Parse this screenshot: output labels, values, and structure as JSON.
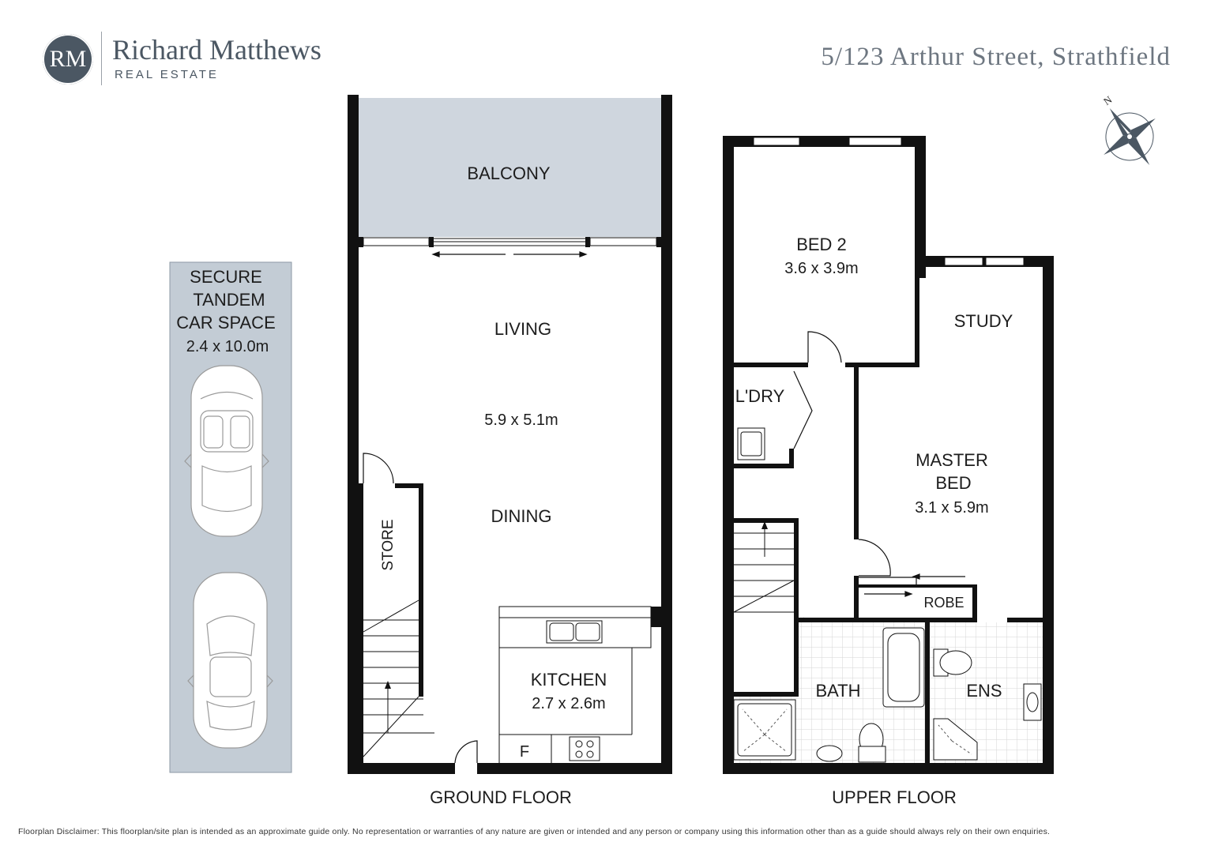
{
  "brand": {
    "logo_monogram": "RM",
    "name": "Richard Matthews",
    "subtitle": "REAL ESTATE"
  },
  "address": "5/123 Arthur Street, Strathfield",
  "compass": {
    "north_label": "N"
  },
  "car_space": {
    "line1": "SECURE",
    "line2": "TANDEM",
    "line3": "CAR SPACE",
    "size": "2.4 x 10.0m"
  },
  "ground_floor": {
    "caption": "GROUND FLOOR",
    "balcony": "BALCONY",
    "living": "LIVING",
    "living_size": "5.9 x 5.1m",
    "dining": "DINING",
    "store": "STORE",
    "kitchen": "KITCHEN",
    "kitchen_size": "2.7 x 2.6m",
    "fridge": "F"
  },
  "upper_floor": {
    "caption": "UPPER FLOOR",
    "bed2": "BED 2",
    "bed2_size": "3.6 x 3.9m",
    "study": "STUDY",
    "laundry": "L'DRY",
    "master1": "MASTER",
    "master2": "BED",
    "master_size": "3.1 x 5.9m",
    "robe": "ROBE",
    "bath": "BATH",
    "ensuite": "ENS"
  },
  "colors": {
    "wall": "#111111",
    "balcony_fill": "#cfd6de",
    "car_fill": "#c3ccd5",
    "brand": "#4b5763"
  },
  "disclaimer": "Floorplan Disclaimer: This floorplan/site plan is intended as an approximate guide only. No representation or warranties of any nature are given or intended and any person or company using this information other than as a guide should always rely on their own enquiries."
}
